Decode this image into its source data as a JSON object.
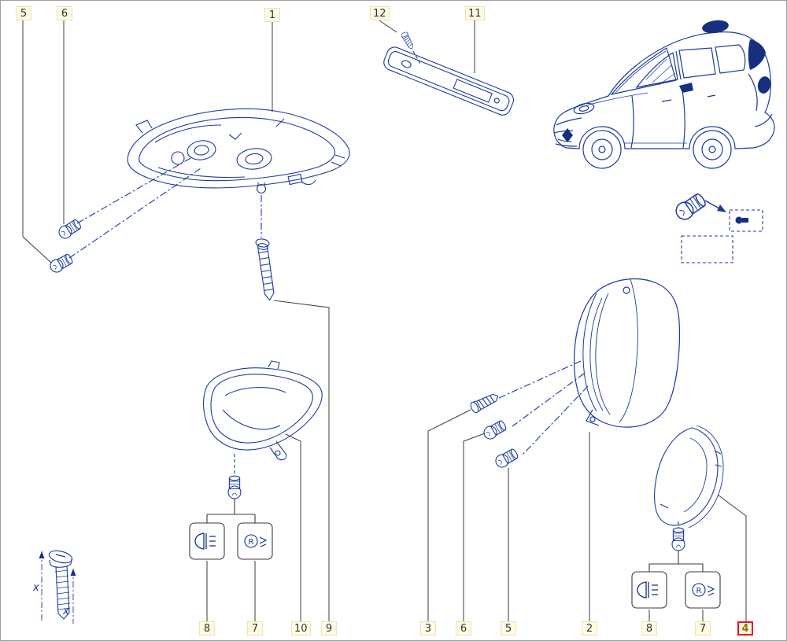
{
  "diagram": {
    "kind": "exploded-parts-diagram",
    "colors": {
      "art_blue": "#1c3a9e",
      "dark_blue": "#16307f",
      "leader_gray": "#3c3c3c",
      "label_bg": "#fffbe3",
      "label_border": "#eae2b8",
      "highlight_red": "#e8112d",
      "frame_gray": "#9e9e9e"
    },
    "callouts": {
      "top": [
        {
          "text": "5"
        },
        {
          "text": "6"
        },
        {
          "text": "1"
        },
        {
          "text": "12"
        },
        {
          "text": "11"
        }
      ],
      "bottom": [
        {
          "text": "8"
        },
        {
          "text": "7"
        },
        {
          "text": "10"
        },
        {
          "text": "9"
        },
        {
          "text": "3"
        },
        {
          "text": "6"
        },
        {
          "text": "5"
        },
        {
          "text": "2"
        },
        {
          "text": "8"
        },
        {
          "text": "7"
        },
        {
          "text": "4",
          "highlighted": true
        }
      ]
    },
    "annotations": {
      "dimension_marks": [
        "x",
        "x"
      ],
      "icon_letter": "R"
    },
    "icons": {
      "left_spec_box_1": "fog-beam-bulb-icon",
      "left_spec_box_2": "r-type-bulb-icon",
      "right_spec_box_1": "fog-beam-bulb-icon",
      "right_spec_box_2": "r-type-bulb-icon"
    }
  }
}
